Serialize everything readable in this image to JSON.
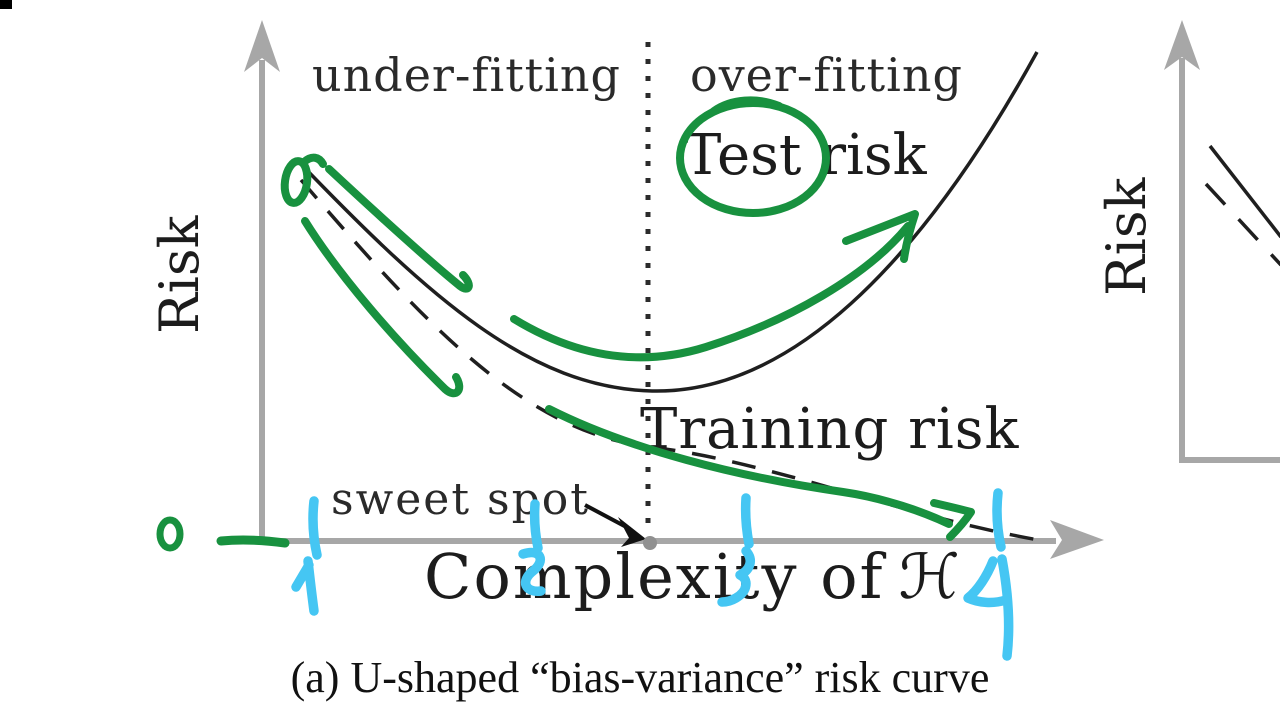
{
  "page": {
    "kind": "annotated paper figure (video lecture screenshot)",
    "background": "#ffffff"
  },
  "figure": {
    "caption": "(a) U-shaped “bias-variance” risk curve",
    "left_panel": {
      "y_axis_label": "Risk",
      "x_axis_label": "Complexity of",
      "x_axis_symbol": "ℋ",
      "region_left": "under-fitting",
      "region_right": "over-fitting",
      "curve_test": "Test risk",
      "curve_training": "Training risk",
      "sweet_spot": "sweet spot"
    },
    "right_panel": {
      "y_axis_label": "Risk"
    }
  },
  "ink": {
    "green": "#18913F",
    "blue": "#45C6F3",
    "green_origin_label": "0",
    "green_marks": [
      "small loop at start of curves",
      "stroke tracing solid test-risk descent with end hook",
      "stroke tracing dashed training-risk descent with end hook",
      "swoosh arrow following U-curve up to the right",
      "arrow following training-risk tail to the right",
      "circle around the word Test",
      "0 with dash at axis origin"
    ],
    "blue_ticks": [
      {
        "label": "1"
      },
      {
        "label": "2"
      },
      {
        "label": "3"
      },
      {
        "label": "4"
      }
    ]
  },
  "colors": {
    "axis_gray": "#A7A7A7",
    "figure_black": "#1F1F1F",
    "dot_gray": "#909090"
  },
  "chart_data": [
    {
      "type": "line",
      "title": "(a) U-shaped “bias-variance” risk curve",
      "xlabel": "Complexity of ℋ",
      "ylabel": "Risk",
      "grid": false,
      "legend": "inline text labels on curves",
      "x_axis": {
        "numeric_labels_printed": false,
        "handwritten_ticks": [
          {
            "label": "0",
            "axis_fraction": 0.0,
            "color": "green"
          },
          {
            "label": "1",
            "axis_fraction": 0.07,
            "color": "blue"
          },
          {
            "label": "2",
            "axis_fraction": 0.34,
            "color": "blue"
          },
          {
            "label": "3",
            "axis_fraction": 0.61,
            "color": "blue"
          },
          {
            "label": "4",
            "axis_fraction": 0.92,
            "color": "blue"
          }
        ]
      },
      "y_axis": {
        "range": [
          0,
          1.15
        ],
        "units": "relative risk (unlabeled)"
      },
      "divider": {
        "style": "dotted vertical line",
        "axis_fraction": 0.48,
        "separates": [
          "under-fitting",
          "over-fitting"
        ]
      },
      "series": [
        {
          "name": "Test risk",
          "style": "solid",
          "x": [
            0,
            0.5,
            1,
            1.5,
            2,
            2.2,
            2.5,
            3,
            3.5,
            4
          ],
          "y": [
            1.0,
            0.85,
            0.65,
            0.48,
            0.4,
            0.39,
            0.42,
            0.55,
            0.8,
            1.12
          ]
        },
        {
          "name": "Training risk",
          "style": "dashed",
          "x": [
            0,
            0.5,
            1,
            1.5,
            2,
            2.5,
            3,
            3.5,
            4
          ],
          "y": [
            0.95,
            0.7,
            0.52,
            0.36,
            0.25,
            0.19,
            0.12,
            0.05,
            0.0
          ]
        }
      ],
      "annotations": [
        {
          "text": "under-fitting",
          "position": "upper left region"
        },
        {
          "text": "over-fitting",
          "position": "upper right region"
        },
        {
          "text": "sweet spot",
          "arrow_to": "point on x-axis below test-risk minimum"
        }
      ]
    },
    {
      "type": "line",
      "note": "right panel, mostly cropped at image edge",
      "ylabel": "Risk",
      "series": [
        {
          "name": "solid descending line (partial)",
          "x": [
            0,
            0.3
          ],
          "y": [
            1.0,
            0.7
          ]
        },
        {
          "name": "dashed descending line (partial)",
          "x": [
            0,
            0.3
          ],
          "y": [
            0.9,
            0.6
          ]
        }
      ]
    }
  ]
}
